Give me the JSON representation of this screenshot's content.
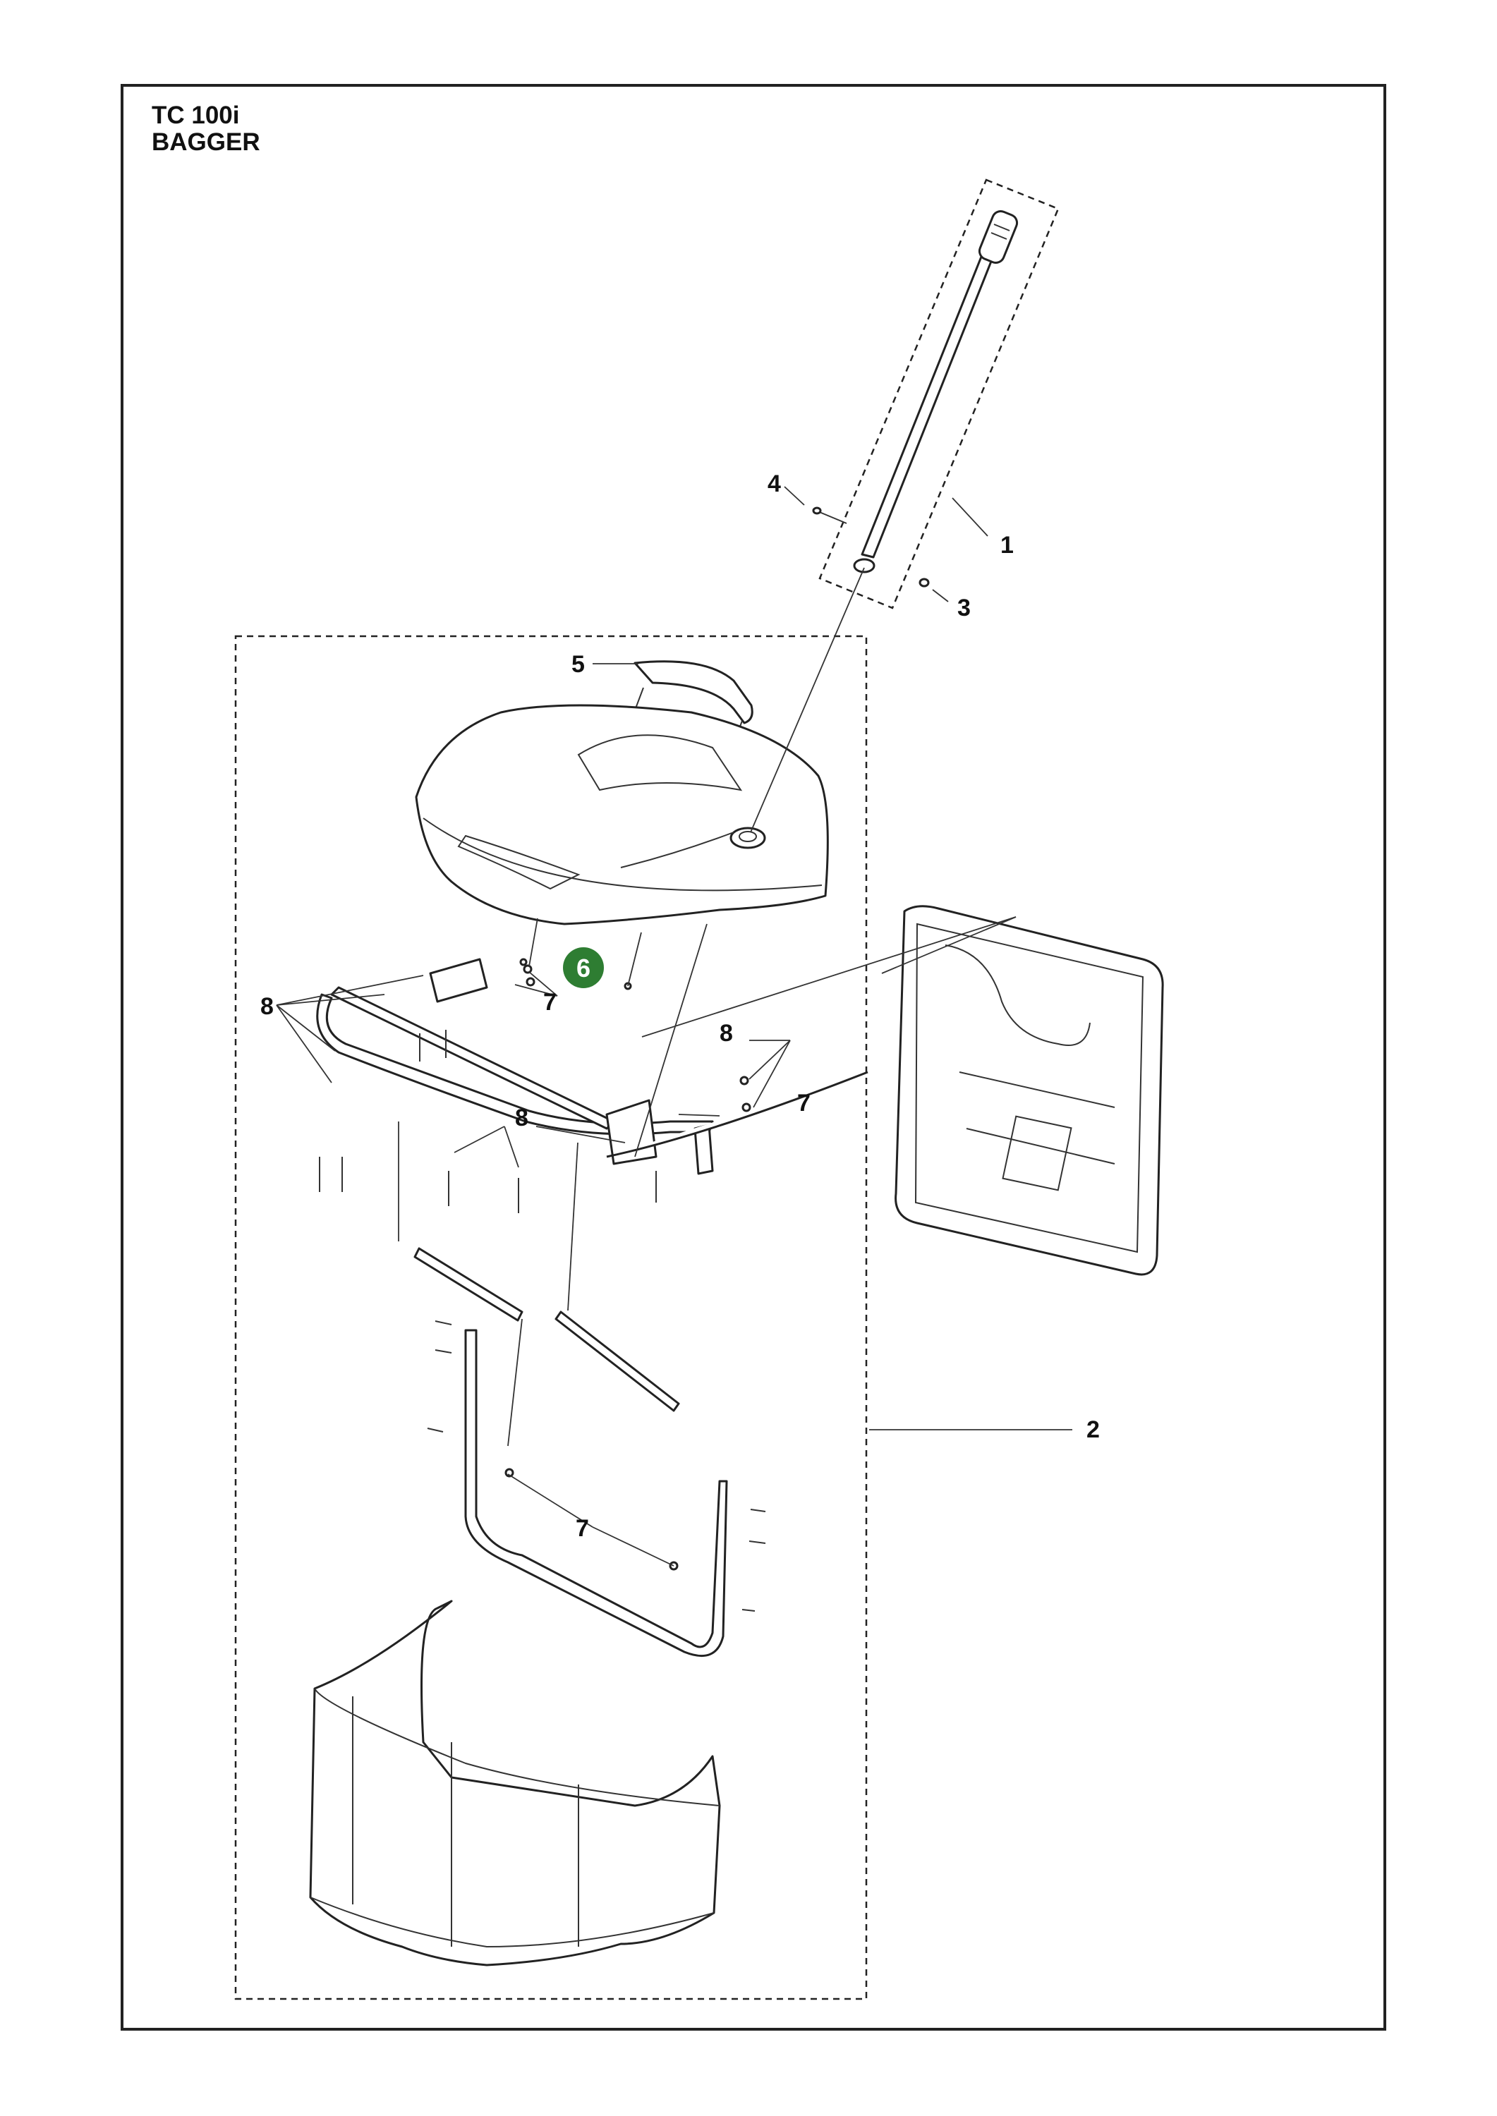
{
  "header": {
    "model": "TC 100i",
    "assembly": "BAGGER"
  },
  "callouts": {
    "c1": "1",
    "c2": "2",
    "c3": "3",
    "c4": "4",
    "c5": "5",
    "c6": "6",
    "c7a": "7",
    "c7b": "7",
    "c7c": "7",
    "c8a": "8",
    "c8b": "8",
    "c8c": "8"
  },
  "colors": {
    "highlight": "#2e7d32",
    "line": "#222222"
  }
}
